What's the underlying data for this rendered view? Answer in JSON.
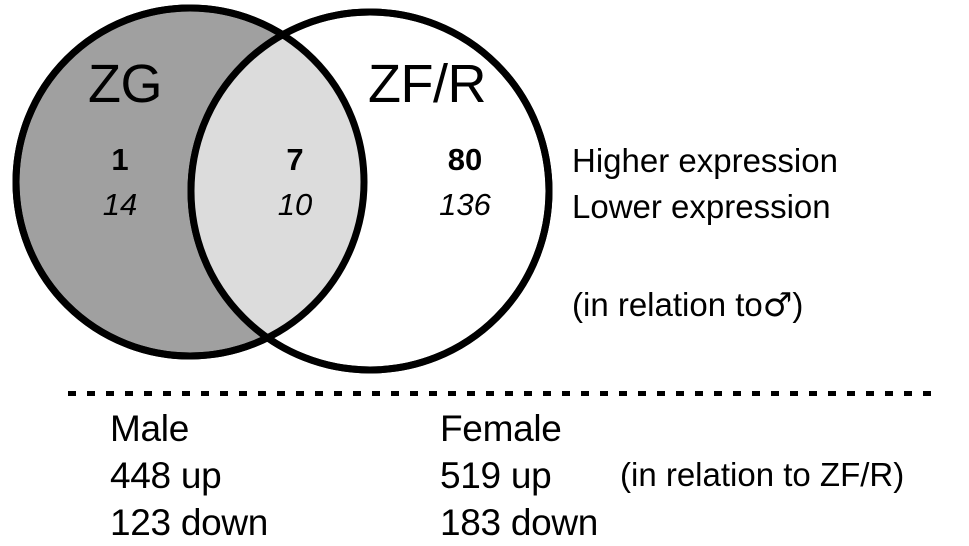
{
  "figure": {
    "type": "venn-diagram",
    "background_color": "#ffffff",
    "stroke_color": "#000000"
  },
  "venn": {
    "left_set": {
      "label": "ZG",
      "fill_color": "#a0a0a0",
      "higher_expression": "1",
      "lower_expression": "14"
    },
    "intersection": {
      "fill_color": "#dcdcdc",
      "higher_expression": "7",
      "lower_expression": "10"
    },
    "right_set": {
      "label": "ZF/R",
      "fill_color": "#ffffff",
      "higher_expression": "80",
      "lower_expression": "136"
    }
  },
  "legend": {
    "higher_label": "Higher expression",
    "lower_label": "Lower expression",
    "note_prefix": "(in relation to",
    "note_symbol": "♂",
    "note_suffix": ")"
  },
  "bottom": {
    "male": {
      "title": "Male",
      "up": "448 up",
      "down": "123 down"
    },
    "female": {
      "title": "Female",
      "up": "519 up",
      "down": "183 down"
    },
    "note": "(in relation to ZF/R)"
  },
  "chart_data": {
    "type": "venn",
    "title": "",
    "sets": [
      "ZG",
      "ZF/R"
    ],
    "regions": [
      {
        "region": "ZG only",
        "higher_expression": 1,
        "lower_expression": 14
      },
      {
        "region": "ZG ∩ ZF/R",
        "higher_expression": 7,
        "lower_expression": 10
      },
      {
        "region": "ZF/R only",
        "higher_expression": 80,
        "lower_expression": 136
      }
    ],
    "region_fill_colors": {
      "ZG only": "#a0a0a0",
      "ZG ∩ ZF/R": "#dcdcdc",
      "ZF/R only": "#ffffff"
    },
    "value_encoding": {
      "bold": "Higher expression",
      "italic": "Lower expression",
      "reference": "in relation to male (♂)"
    },
    "summary_table": {
      "columns": [
        "",
        "Male",
        "Female"
      ],
      "rows": [
        {
          "label": "up",
          "Male": 448,
          "Female": 519
        },
        {
          "label": "down",
          "Male": 123,
          "Female": 183
        }
      ],
      "reference": "in relation to ZF/R"
    }
  }
}
